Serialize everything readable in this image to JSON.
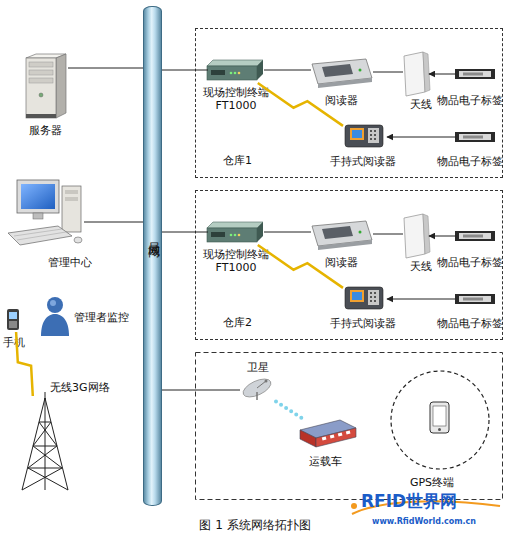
{
  "diagram": {
    "caption": "图 1 系统网络拓扑图",
    "nodes": [
      {
        "text": [
          "服务器"
        ]
      },
      {
        "text": [
          "局域网"
        ]
      },
      {
        "text": [
          "管理中心"
        ]
      },
      {
        "text": [
          "管理者监控"
        ]
      },
      {
        "text": [
          "手机"
        ]
      },
      {
        "text": [
          "无线3G网络"
        ]
      },
      {
        "text": [
          "仓库1"
        ]
      },
      {
        "text": [
          "现场控制终端 FT1000"
        ],
        "in": 6
      },
      {
        "text": [
          "阅读器"
        ],
        "in": 6
      },
      {
        "text": [
          "天线"
        ],
        "in": 6
      },
      {
        "text": [
          "物品电子标签"
        ],
        "in": 6
      },
      {
        "text": [
          "手持式阅读器"
        ],
        "in": 6
      },
      {
        "text": [
          "物品电子标签"
        ],
        "in": 6
      },
      {
        "text": [
          "仓库2"
        ]
      },
      {
        "text": [
          "现场控制终端 FT1000"
        ],
        "in": 13
      },
      {
        "text": [
          "阅读器"
        ],
        "in": 13
      },
      {
        "text": [
          "天线"
        ],
        "in": 13
      },
      {
        "text": [
          "物品电子标签"
        ],
        "in": 13
      },
      {
        "text": [
          "手持式阅读器"
        ],
        "in": 13
      },
      {
        "text": [
          "物品电子标签"
        ],
        "in": 13
      },
      {
        "text": [
          "卫星"
        ]
      },
      {
        "text": [
          "运载车"
        ]
      },
      {
        "text": [
          "GPS终端"
        ]
      }
    ],
    "edges": [
      {
        "from": 0,
        "to": 1,
        "arrow": "none"
      },
      {
        "from": 2,
        "to": 1,
        "arrow": "none"
      },
      {
        "from": 1,
        "to": 7,
        "arrow": "none"
      },
      {
        "from": 1,
        "to": 14,
        "arrow": "none"
      },
      {
        "from": 1,
        "to": 20,
        "arrow": "none"
      },
      {
        "from": 7,
        "to": 8,
        "arrow": "none"
      },
      {
        "from": 8,
        "to": 9,
        "arrow": "none"
      },
      {
        "from": 10,
        "to": 9,
        "arrow": "to"
      },
      {
        "from": 11,
        "to": 7,
        "arrow": "none"
      },
      {
        "from": 12,
        "to": 11,
        "arrow": "to"
      },
      {
        "from": 14,
        "to": 15,
        "arrow": "none"
      },
      {
        "from": 15,
        "to": 16,
        "arrow": "none"
      },
      {
        "from": 17,
        "to": 16,
        "arrow": "to"
      },
      {
        "from": 18,
        "to": 14,
        "arrow": "none"
      },
      {
        "from": 19,
        "to": 18,
        "arrow": "to"
      },
      {
        "from": 20,
        "to": 21,
        "arrow": "none"
      },
      {
        "from": 4,
        "to": 5,
        "arrow": "none"
      }
    ],
    "labels": [
      "RFID世界网",
      "www.RfidWorld.com.cn"
    ]
  }
}
